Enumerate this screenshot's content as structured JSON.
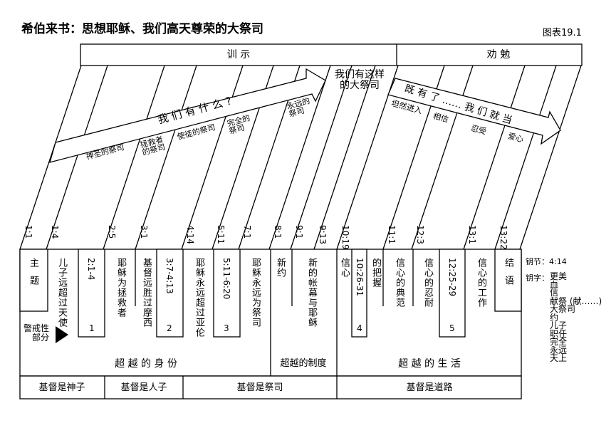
{
  "title": "希伯来书：思想耶稣、我们高天尊荣的大祭司",
  "figure_label": "图表19.1",
  "banner": {
    "left": "训  示",
    "right": "劝  勉"
  },
  "arrow1": {
    "label": "我 们 有 什 么 ?",
    "items": [
      "神圣的祭司",
      "拯救者\n的祭司",
      "使徒的祭司",
      "完全的\n祭司",
      "永远的\n祭司"
    ]
  },
  "center_label": "我们有这样\n的大祭司",
  "arrow2": {
    "label": "既 有 了 …… 我 们 就 当",
    "items": [
      "坦然进入",
      "相信",
      "忍受",
      "爱心"
    ]
  },
  "refs": [
    "1:1",
    "1:4",
    "2:5",
    "3:1",
    "4:14",
    "5:11",
    "7:1",
    "8:1",
    "9:1",
    "9:13",
    "10:19",
    "11:1",
    "12:3",
    "13:1",
    "13:22"
  ],
  "columns": {
    "theme": "主题",
    "c1": "儿子远超过天使",
    "w1_ref": "2:1-4",
    "w1_num": "1",
    "c2": "耶稣为拯救者",
    "c3": "基督远胜过摩西",
    "w2_ref": "3:7-4:13",
    "w2_num": "2",
    "c4": "耶稣永远超过亚伦",
    "w3_ref": "5:11-6:20",
    "w3_num": "3",
    "c5": "耶稣永远为祭司",
    "c6": "新约",
    "c7": "新的帐幕与耶稣",
    "c8": "信心",
    "w4_ref": "10:26-31",
    "w4_num": "4",
    "c9": "的把握",
    "c10": "信心的典范",
    "c11": "信心的忍耐",
    "w5_ref": "12:25-29",
    "w5_num": "5",
    "c12": "信心的工作",
    "conclusion": "结语"
  },
  "warning_label": "警戒性\n部分",
  "sections": [
    "超 越 的 身 份",
    "超越的制度",
    "超 越 的 生 活"
  ],
  "bottom_row": [
    "基督是神子",
    "基督是人子",
    "基督是祭司",
    "基督是道路"
  ],
  "key": {
    "verse_label": "钥节：",
    "verse": "4:14",
    "words_label": "钥字：",
    "words": [
      "更美",
      "血",
      "信",
      "献祭 (献……)",
      "大祭司",
      "约",
      "儿子",
      "职任",
      "完全",
      "永远",
      "天上"
    ]
  }
}
